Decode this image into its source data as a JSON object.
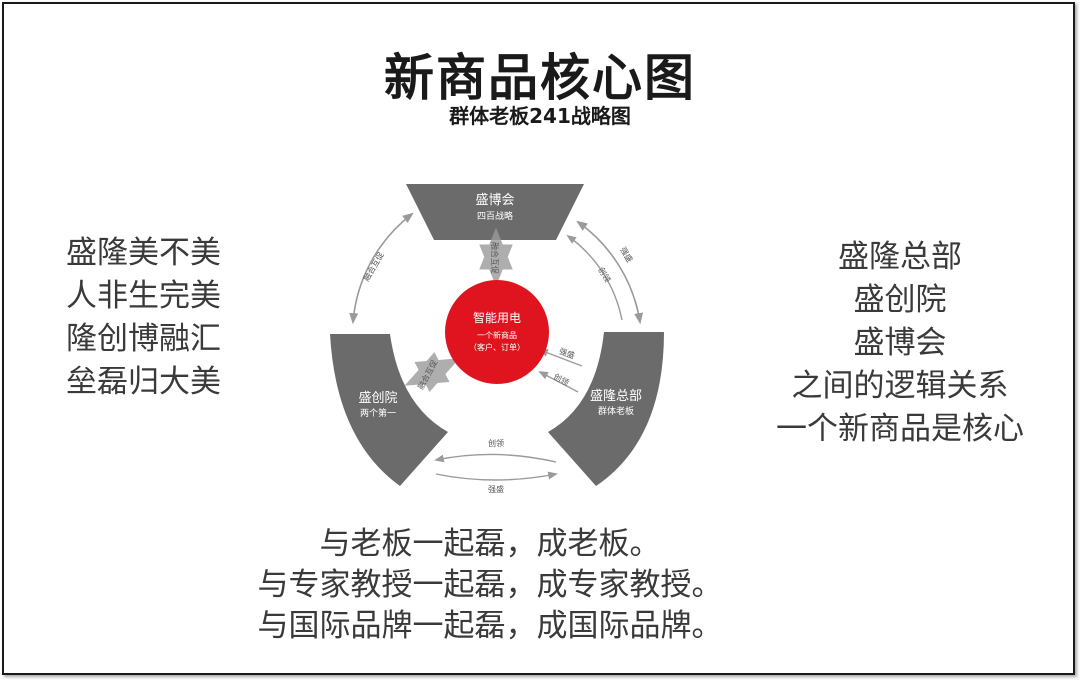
{
  "title": "新商品核心图",
  "subtitle": "群体老板241战略图",
  "diagram": {
    "top_segment": {
      "title": "盛博会",
      "subtitle": "四百战略"
    },
    "left_segment": {
      "title": "盛创院",
      "subtitle": "两个第一"
    },
    "right_segment": {
      "title": "盛隆总部",
      "subtitle": "群体老板"
    },
    "center": {
      "title": "智能用电",
      "subtitle": "一个新商品",
      "note": "（客户、订单）"
    },
    "arrow_labels": {
      "top_left_outer": "融合互促",
      "top_right_a": "强盛",
      "top_right_b": "创领",
      "bottom_a": "创领",
      "bottom_b": "强盛",
      "inner_top": "融合互促",
      "inner_left": "融合互促",
      "inner_right_a": "强盛",
      "inner_right_b": "创领"
    },
    "colors": {
      "segment": "#6b6b6b",
      "center": "#e0141e",
      "arrow": "#9a9a9a"
    }
  },
  "left_lines": [
    "盛隆美不美",
    "人非生完美",
    "隆创博融汇",
    "垒磊归大美"
  ],
  "right_lines": [
    "盛隆总部",
    "盛创院",
    "盛博会",
    "之间的逻辑关系",
    "一个新商品是核心"
  ],
  "bottom_lines": [
    "与老板一起磊，成老板。",
    "与专家教授一起磊，成专家教授。",
    "与国际品牌一起磊，成国际品牌。"
  ]
}
